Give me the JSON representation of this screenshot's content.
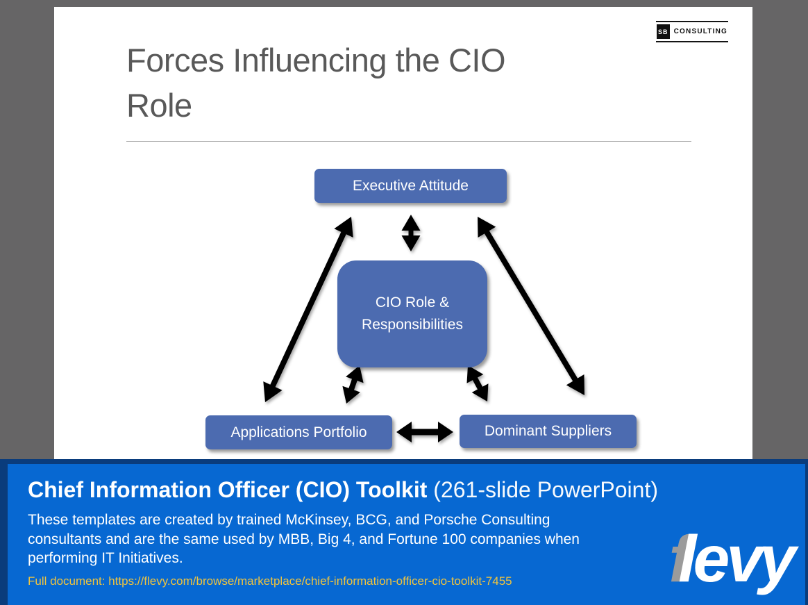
{
  "slide": {
    "logo": {
      "initials": "SB",
      "name": "CONSULTING"
    },
    "title_lines": [
      "Forces Influencing the CIO",
      "Role"
    ],
    "diagram": {
      "nodes": {
        "executive_attitude": "Executive Attitude",
        "cio_role": "CIO Role & Responsibilities",
        "applications_portfolio": "Applications Portfolio",
        "dominant_suppliers": "Dominant Suppliers"
      },
      "connections": [
        "Executive Attitude <-> CIO Role & Responsibilities",
        "Executive Attitude <-> Applications Portfolio",
        "Executive Attitude <-> Dominant Suppliers",
        "CIO Role & Responsibilities <-> Applications Portfolio",
        "CIO Role & Responsibilities <-> Dominant Suppliers",
        "Applications Portfolio <-> Dominant Suppliers"
      ]
    }
  },
  "banner": {
    "title_bold": "Chief Information Officer (CIO) Toolkit",
    "title_suffix": " (261-slide PowerPoint)",
    "description_lines": [
      "These templates are created by trained McKinsey, BCG, and Porsche Consulting",
      "consultants and are the same used by MBB, Big 4, and Fortune 100 companies when",
      "performing IT Initiatives."
    ],
    "link_text": "Full document: https://flevy.com/browse/marketplace/chief-information-officer-cio-toolkit-7455",
    "brand": {
      "f": "f",
      "rest": "levy"
    }
  },
  "colors": {
    "page_background": "#666566",
    "node_fill": "#4c6bb0",
    "banner_background": "#0768d2",
    "banner_border": "#0a3c7c",
    "link_gold": "#f0c43e",
    "title_gray": "#595959",
    "arrow_black": "#000000",
    "flevy_f_gray": "#9b9b9b"
  }
}
